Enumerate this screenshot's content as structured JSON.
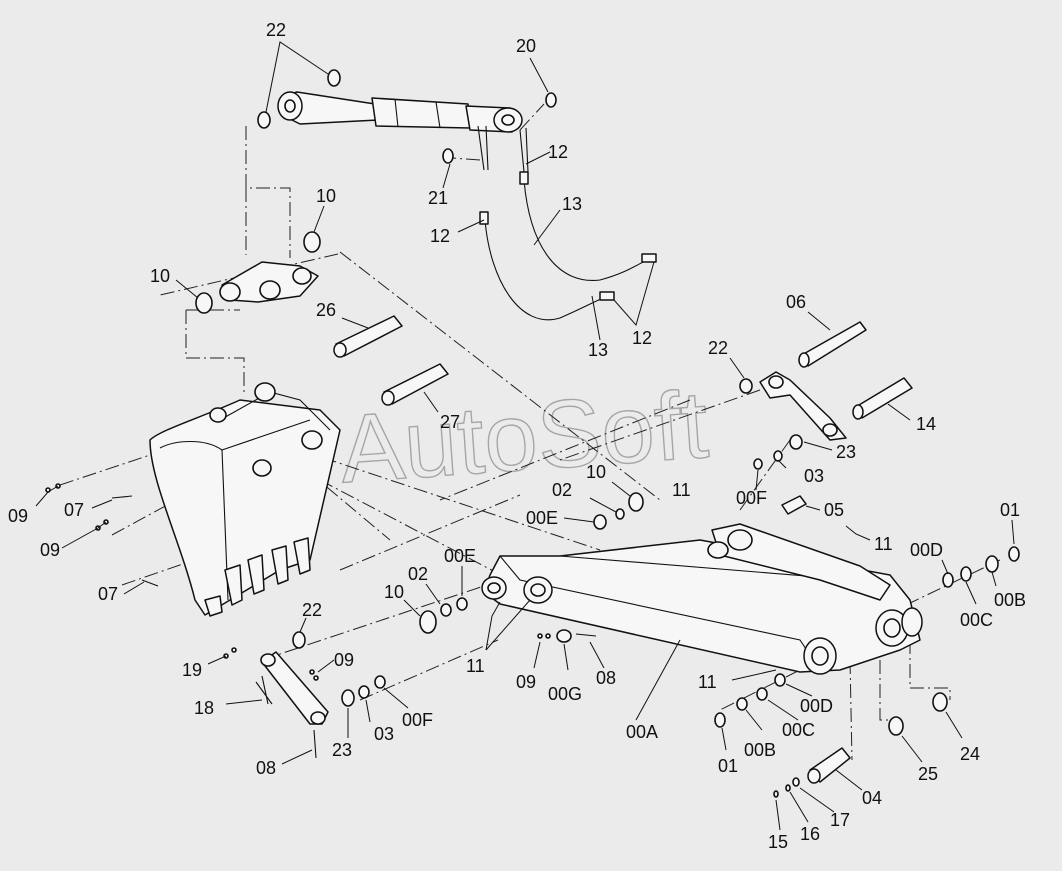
{
  "watermark": "AutoSoft",
  "labels": [
    {
      "id": "l-22a",
      "text": "22"
    },
    {
      "id": "l-20",
      "text": "20"
    },
    {
      "id": "l-12a",
      "text": "12"
    },
    {
      "id": "l-21",
      "text": "21"
    },
    {
      "id": "l-10a",
      "text": "10"
    },
    {
      "id": "l-13a",
      "text": "13"
    },
    {
      "id": "l-12b",
      "text": "12"
    },
    {
      "id": "l-10b",
      "text": "10"
    },
    {
      "id": "l-12c",
      "text": "12"
    },
    {
      "id": "l-13b",
      "text": "13"
    },
    {
      "id": "l-26",
      "text": "26"
    },
    {
      "id": "l-06",
      "text": "06"
    },
    {
      "id": "l-22b",
      "text": "22"
    },
    {
      "id": "l-27",
      "text": "27"
    },
    {
      "id": "l-14",
      "text": "14"
    },
    {
      "id": "l-23a",
      "text": "23"
    },
    {
      "id": "l-03a",
      "text": "03"
    },
    {
      "id": "l-10c",
      "text": "10"
    },
    {
      "id": "l-11a",
      "text": "11"
    },
    {
      "id": "l-00Fa",
      "text": "00F"
    },
    {
      "id": "l-02a",
      "text": "02"
    },
    {
      "id": "l-05",
      "text": "05"
    },
    {
      "id": "l-00Ea",
      "text": "00E"
    },
    {
      "id": "l-01a",
      "text": "01"
    },
    {
      "id": "l-09a",
      "text": "09"
    },
    {
      "id": "l-07a",
      "text": "07"
    },
    {
      "id": "l-09b",
      "text": "09"
    },
    {
      "id": "l-11b",
      "text": "11"
    },
    {
      "id": "l-00D",
      "text": "00D"
    },
    {
      "id": "l-00Eb",
      "text": "00E"
    },
    {
      "id": "l-07b",
      "text": "07"
    },
    {
      "id": "l-02b",
      "text": "02"
    },
    {
      "id": "l-10d",
      "text": "10"
    },
    {
      "id": "l-00B",
      "text": "00B"
    },
    {
      "id": "l-00C",
      "text": "00C"
    },
    {
      "id": "l-22c",
      "text": "22"
    },
    {
      "id": "l-11c",
      "text": "11"
    },
    {
      "id": "l-09c",
      "text": "09"
    },
    {
      "id": "l-19",
      "text": "19"
    },
    {
      "id": "l-09d",
      "text": "09"
    },
    {
      "id": "l-00G",
      "text": "00G"
    },
    {
      "id": "l-08a",
      "text": "08"
    },
    {
      "id": "l-11d",
      "text": "11"
    },
    {
      "id": "l-00Da",
      "text": "00D"
    },
    {
      "id": "l-18",
      "text": "18"
    },
    {
      "id": "l-00Fb",
      "text": "00F"
    },
    {
      "id": "l-00A",
      "text": "00A"
    },
    {
      "id": "l-00Ba",
      "text": "00B"
    },
    {
      "id": "l-00Ca",
      "text": "00C"
    },
    {
      "id": "l-23b",
      "text": "23"
    },
    {
      "id": "l-03b",
      "text": "03"
    },
    {
      "id": "l-24",
      "text": "24"
    },
    {
      "id": "l-08b",
      "text": "08"
    },
    {
      "id": "l-01b",
      "text": "01"
    },
    {
      "id": "l-25",
      "text": "25"
    },
    {
      "id": "l-04",
      "text": "04"
    },
    {
      "id": "l-17",
      "text": "17"
    },
    {
      "id": "l-16",
      "text": "16"
    },
    {
      "id": "l-15",
      "text": "15"
    }
  ]
}
